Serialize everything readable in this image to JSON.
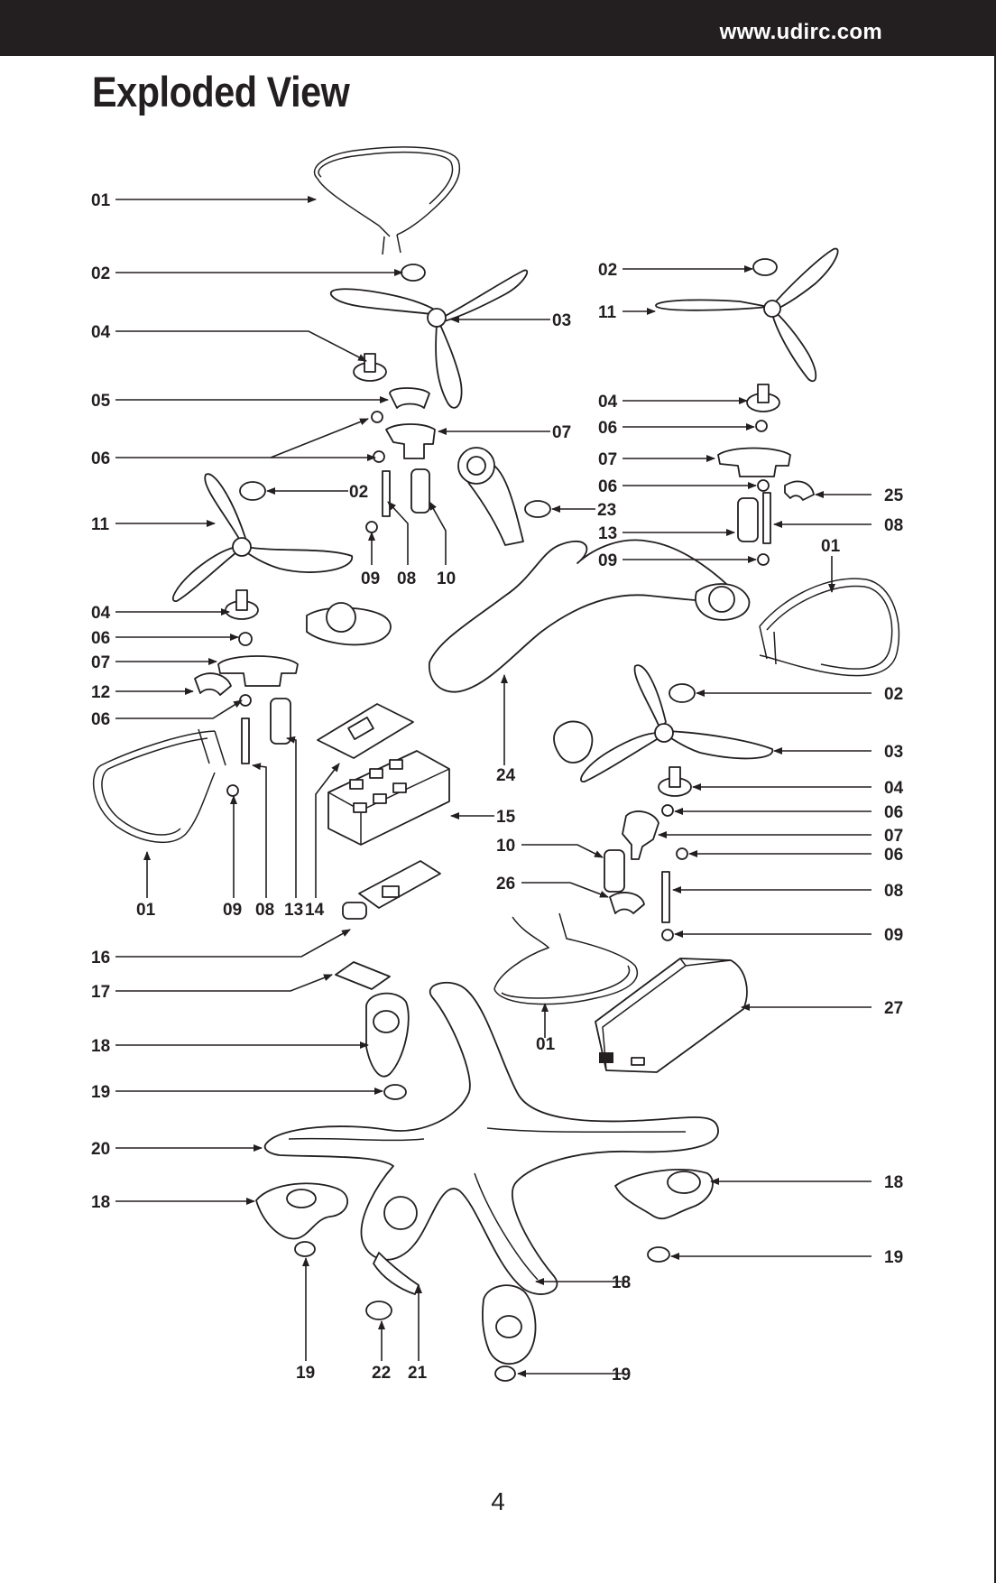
{
  "header": {
    "url": "www.udirc.com"
  },
  "title": "Exploded View",
  "page_number": "4",
  "callouts": [
    "01",
    "02",
    "04",
    "05",
    "06",
    "11",
    "04",
    "06",
    "07",
    "12",
    "06",
    "01",
    "09",
    "08",
    "13",
    "14",
    "16",
    "17",
    "18",
    "19",
    "20",
    "18",
    "19",
    "22",
    "21",
    "03",
    "07",
    "02",
    "09",
    "08",
    "10",
    "23",
    "24",
    "15",
    "10",
    "26",
    "01",
    "18",
    "19",
    "02",
    "11",
    "04",
    "06",
    "07",
    "06",
    "13",
    "09",
    "25",
    "08",
    "01",
    "02",
    "03",
    "04",
    "06",
    "07",
    "06",
    "08",
    "09",
    "27",
    "18",
    "19"
  ]
}
